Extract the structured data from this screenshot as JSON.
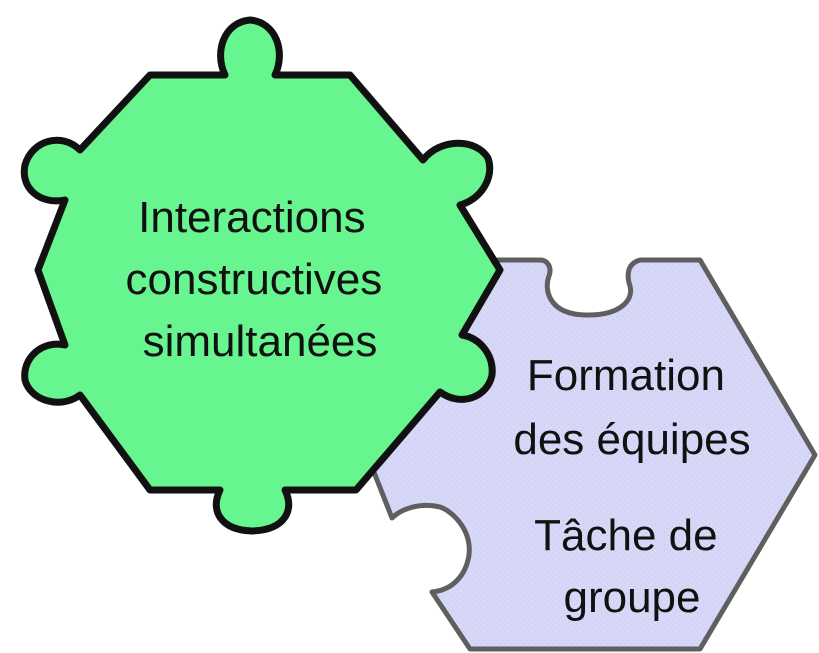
{
  "pieces": [
    {
      "name": "green-puzzle-piece",
      "fill": "#66f58f",
      "stroke": "#111111",
      "lines": [
        "Interactions",
        "constructives",
        "simultanées"
      ]
    },
    {
      "name": "lavender-puzzle-piece",
      "fill": "#d6d7f6",
      "stroke": "#5f5f5f",
      "group1": [
        "Formation",
        "des équipes"
      ],
      "group2": [
        "Tâche de",
        "groupe"
      ]
    }
  ]
}
